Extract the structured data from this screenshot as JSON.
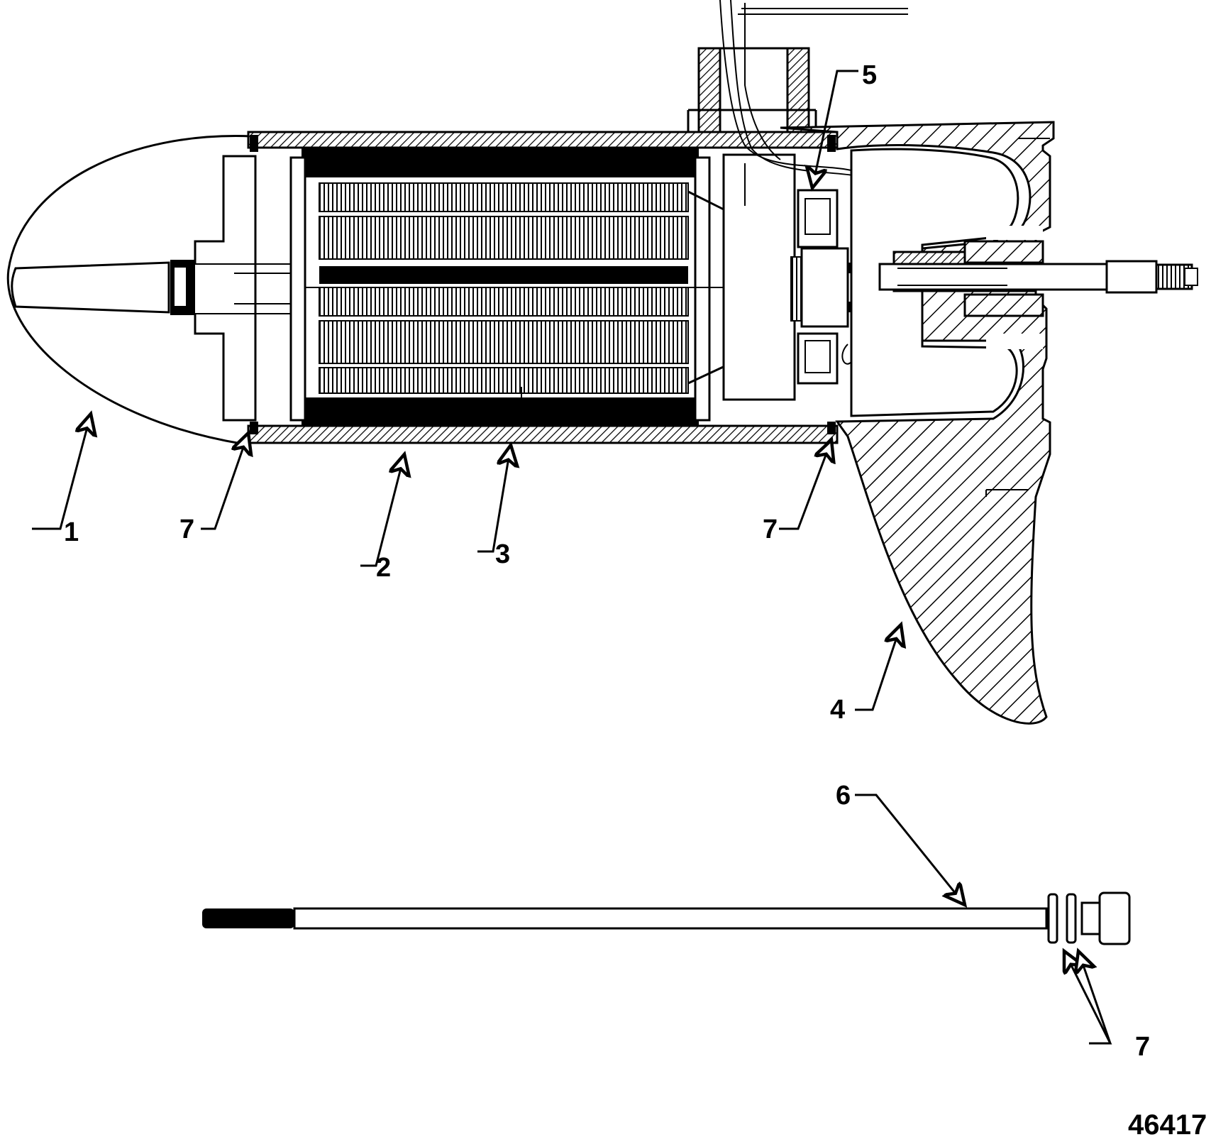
{
  "figure_code": "46417",
  "callouts": [
    "1",
    "2",
    "3",
    "4",
    "5",
    "6",
    "7",
    "7",
    "7"
  ],
  "colors": {
    "ink": "#000000",
    "paper": "#ffffff"
  }
}
